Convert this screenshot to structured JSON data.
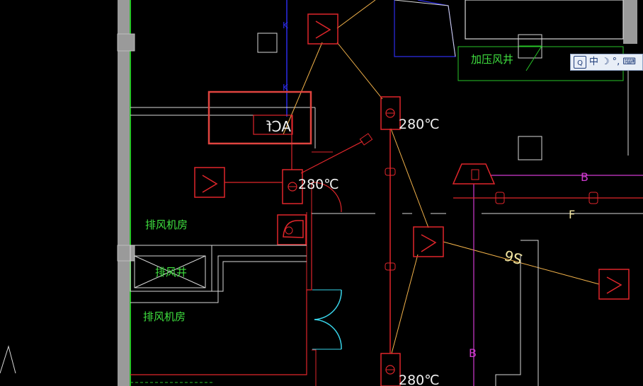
{
  "labels": {
    "pressurized_shaft": "加压风井",
    "exhaust_fan_room_upper": "排风机房",
    "exhaust_shaft": "排风井",
    "exhaust_fan_room_lower": "排风机房",
    "temp_damper_1": "280℃",
    "temp_damper_2": "280℃",
    "temp_damper_3": "280℃",
    "selected_tag": "ACf",
    "line_b_top": "B",
    "line_f": "F",
    "line_s6": "S6",
    "line_b_bottom": "B",
    "line_k_1": "K",
    "line_k_2": "K"
  },
  "ime": {
    "mode": "中",
    "moon": "☽",
    "punct": "°,",
    "keyboard": "⌨"
  },
  "colors": {
    "wall_green": "#27c427",
    "duct_red": "#e0262b",
    "pipe_magenta": "#d03ad0",
    "text_green": "#3fe03f",
    "line_orange": "#f2b24a",
    "line_white": "#d8d8d8",
    "line_blue": "#2c2ce8",
    "door_cyan": "#38d3e8",
    "selection_box": "#e0443f"
  }
}
